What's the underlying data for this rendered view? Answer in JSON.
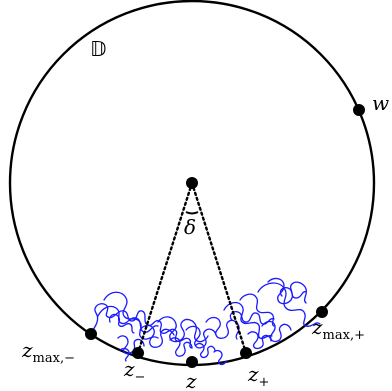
{
  "diagram": {
    "disk_label": "𝔻",
    "angle_label": "δ",
    "points": {
      "w": {
        "main": "w",
        "sub": ""
      },
      "z": {
        "main": "z",
        "sub": ""
      },
      "z_minus": {
        "main": "z",
        "sub": "−"
      },
      "z_plus": {
        "main": "z",
        "sub": "+"
      },
      "zmax_minus": {
        "main": "z",
        "sub": "max,−"
      },
      "zmax_plus": {
        "main": "z",
        "sub": "max,+"
      }
    }
  }
}
